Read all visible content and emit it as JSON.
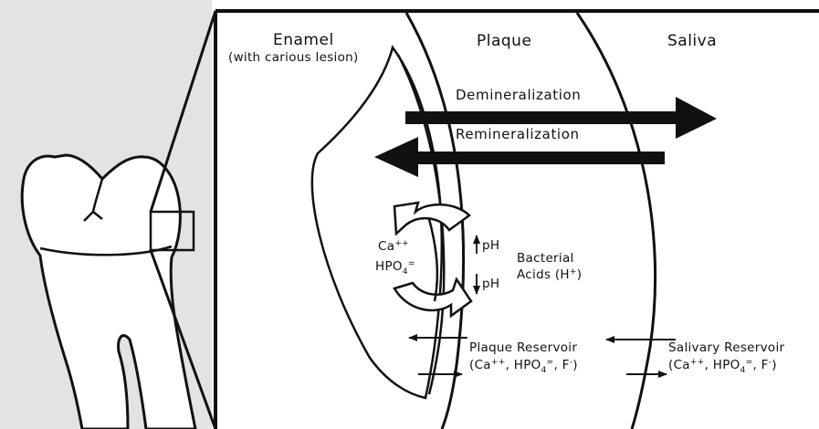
{
  "regions": {
    "enamel": "Enamel",
    "enamel_sub": "(with carious lesion)",
    "plaque": "Plaque",
    "saliva": "Saliva"
  },
  "arrows": {
    "demineralization": "Demineralization",
    "remineralization": "Remineralization"
  },
  "ions": {
    "ca": "Ca",
    "ca_charge": "++",
    "hpo_main": "HPO",
    "hpo_sub": "4",
    "hpo_charge": "="
  },
  "ph": {
    "up": "pH",
    "down": "pH"
  },
  "bacteria": {
    "line1": "Bacterial",
    "line2": "Acids (H",
    "line2_sup": "+",
    "line2_end": ")"
  },
  "reservoirs": {
    "plaque_title": "Plaque Reservoir",
    "plaque_detail_a": "(Ca",
    "plaque_detail_sup1": "++",
    "plaque_detail_b": ", HPO",
    "plaque_detail_sub": "4",
    "plaque_detail_sup2": "=",
    "plaque_detail_c": ", F",
    "plaque_detail_sup3": "-",
    "plaque_detail_d": ")",
    "salivary_title": "Salivary Reservoir",
    "salivary_detail_a": "(Ca",
    "salivary_detail_sup1": "++",
    "salivary_detail_b": ", HPO",
    "salivary_detail_sub": "4",
    "salivary_detail_sup2": "=",
    "salivary_detail_c": ", F",
    "salivary_detail_sup3": "-",
    "salivary_detail_d": ")"
  },
  "colors": {
    "ink": "#111111",
    "tooth_background": "#e3e3e3",
    "panel_background": "#ffffff"
  }
}
